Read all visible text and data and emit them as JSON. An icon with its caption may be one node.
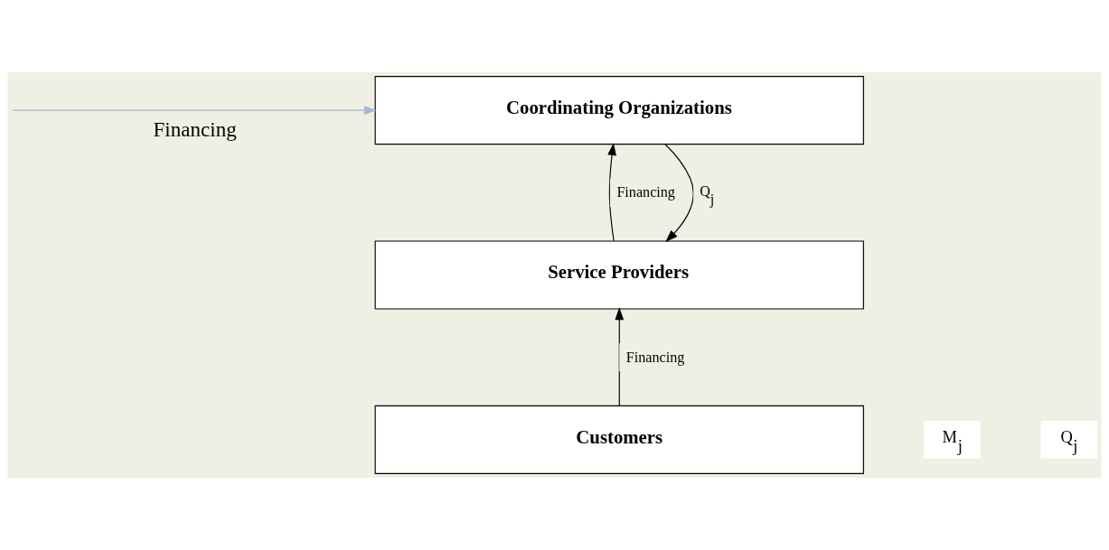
{
  "diagram": {
    "nodes": [
      {
        "text": [
          "Coordinating Organizations"
        ]
      },
      {
        "text": [
          "Service Providers"
        ]
      },
      {
        "text": [
          "Customers"
        ]
      }
    ],
    "edges": [
      {
        "from": null,
        "to": 0,
        "arrow": "to",
        "label": "Financing",
        "color": "#a3b9d1"
      },
      {
        "from": 1,
        "to": 0,
        "arrow": "to",
        "label": "Financing"
      },
      {
        "from": 0,
        "to": 1,
        "arrow": "to",
        "label": "Q$_{j}$"
      },
      {
        "from": 2,
        "to": 1,
        "arrow": "to",
        "label": "Financing"
      }
    ],
    "labels": [
      "M$_{j}$",
      "Q$_{j}$"
    ]
  }
}
